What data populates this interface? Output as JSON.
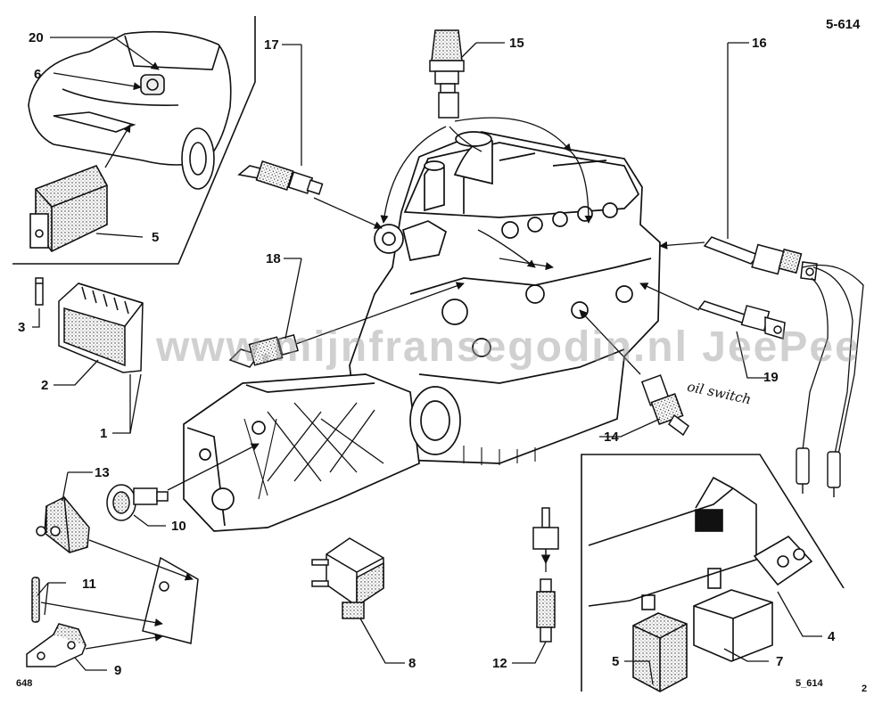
{
  "page_ref": "5-614",
  "footer_left": "648",
  "footer_mid": "5_614",
  "footer_right": "2",
  "watermark": "www.mijnfransegodin.nl JeePee",
  "handwritten_note": "oil switch",
  "callouts": {
    "c1": "1",
    "c2": "2",
    "c3": "3",
    "c4": "4",
    "c5a": "5",
    "c5b": "5",
    "c6": "6",
    "c7": "7",
    "c8": "8",
    "c9": "9",
    "c10": "10",
    "c11": "11",
    "c12": "12",
    "c13": "13",
    "c14": "14",
    "c15": "15",
    "c16": "16",
    "c17": "17",
    "c18": "18",
    "c19": "19",
    "c20": "20"
  }
}
